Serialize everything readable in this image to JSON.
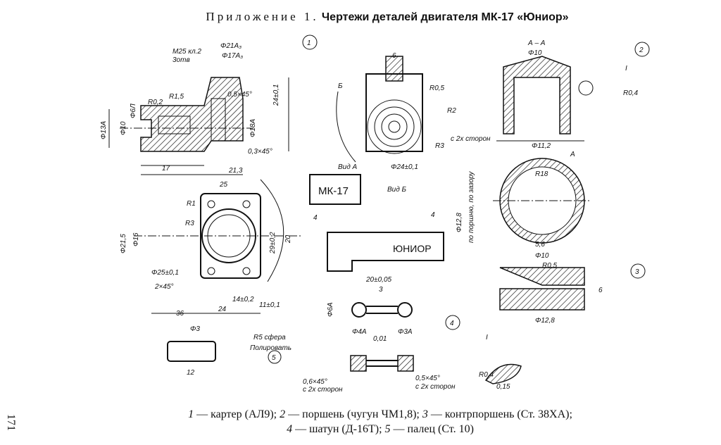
{
  "title": {
    "prefix": "Приложение 1.",
    "main": "Чертежи деталей двигателя МК-17 «Юниор»"
  },
  "page_number": "171",
  "caption": {
    "line1": [
      {
        "num": "1",
        "text": "— картер (АЛ9);"
      },
      {
        "num": "2",
        "text": "— поршень (чугун ЧМ1,8);"
      },
      {
        "num": "3",
        "text": "— контрпоршень (Ст. 38ХА);"
      }
    ],
    "line2": [
      {
        "num": "4",
        "text": "— шатун (Д-16Т);"
      },
      {
        "num": "5",
        "text": "— палец (Ст. 10)"
      }
    ]
  },
  "part_numbers": [
    "1",
    "2",
    "3",
    "4",
    "5"
  ],
  "labels": {
    "m25": "M25 кл.2",
    "zotv": "3отв",
    "d21a": "Φ21А₃",
    "d17a": "Φ17А₃",
    "ch05": "0,5×45°",
    "r02": "R0,2",
    "d6l": "Φ6Л",
    "d10": "Φ10",
    "d13a": "Φ13А",
    "r15": "R1,5",
    "ch03": "0,3×45°",
    "d18a": "Φ18А",
    "d16": "Φ16",
    "dim17": "17",
    "dim25": "25",
    "dim213": "21,3",
    "dim24": "24±0,1",
    "r1": "R1",
    "r3": "R3",
    "d215": "Φ21,5",
    "d25": "Φ25±0,1",
    "ch2": "2×45°",
    "dim36": "36",
    "dim24b": "24",
    "dim14": "14±0,2",
    "dim11": "11±0,1",
    "dim29": "29±0,2",
    "dim20": "20",
    "b": "Б",
    "vidA": "Вид А",
    "vidB": "Вид Б",
    "d24": "Φ24±0,1",
    "dim6": "6",
    "r05": "R0,5",
    "r2": "R2",
    "r3b": "R3",
    "sides": "с 2х сторон",
    "mk17": "МК-17",
    "junior": "ЮНИОР",
    "dim4": "4",
    "aa": "А – А",
    "d10b": "Φ10",
    "d112": "Φ11,2",
    "r04": "R0,4",
    "r18": "R18",
    "d128": "Φ12,8",
    "fit": "по поршню, по зазору",
    "dim56": "5,6",
    "dim12": "12",
    "r5sph": "R5 сфера",
    "polish": "Полировать",
    "d3": "Φ3",
    "dim20c": "20±0,05",
    "dim3": "3",
    "d6a": "Φ6А",
    "d4a": "Φ4А",
    "d3a": "Φ3А",
    "dim001": "0,01",
    "ch06": "0,6×45°",
    "r04b": "R0,4",
    "dim015": "0,15",
    "roman1": "I",
    "a": "А"
  }
}
